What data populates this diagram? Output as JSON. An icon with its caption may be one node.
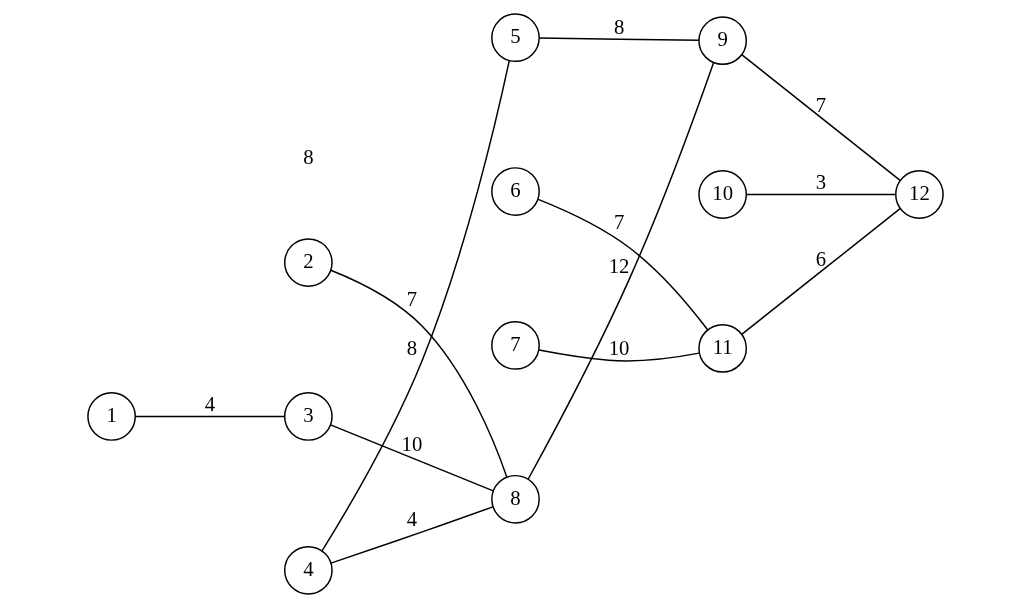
{
  "diagram": {
    "nodes": [
      {
        "text": [
          "1"
        ]
      },
      {
        "text": [
          "2"
        ]
      },
      {
        "text": [
          "3"
        ]
      },
      {
        "text": [
          "4"
        ]
      },
      {
        "text": [
          "5"
        ]
      },
      {
        "text": [
          "6"
        ]
      },
      {
        "text": [
          "7"
        ]
      },
      {
        "text": [
          "8"
        ]
      },
      {
        "text": [
          "9"
        ]
      },
      {
        "text": [
          "10"
        ]
      },
      {
        "text": [
          "11"
        ]
      },
      {
        "text": [
          "12"
        ]
      }
    ],
    "edges": [
      {
        "from": 0,
        "to": 2,
        "arrow": "none",
        "label": "4"
      },
      {
        "from": 1,
        "to": 7,
        "arrow": "none",
        "label": "7"
      },
      {
        "from": 2,
        "to": 7,
        "arrow": "none",
        "label": "10"
      },
      {
        "from": 3,
        "to": 4,
        "arrow": "none",
        "label": "8"
      },
      {
        "from": 3,
        "to": 7,
        "arrow": "none",
        "label": "4"
      },
      {
        "from": 4,
        "to": 8,
        "arrow": "none",
        "label": "8"
      },
      {
        "from": 7,
        "to": 8,
        "arrow": "none",
        "label": "12"
      },
      {
        "from": 5,
        "to": 10,
        "arrow": "none",
        "label": "7"
      },
      {
        "from": 6,
        "to": 10,
        "arrow": "none",
        "label": "10"
      },
      {
        "from": 8,
        "to": 11,
        "arrow": "none",
        "label": "7"
      },
      {
        "from": 9,
        "to": 11,
        "arrow": "none",
        "label": "3"
      },
      {
        "from": 10,
        "to": 11,
        "arrow": "none",
        "label": "6"
      }
    ],
    "labels": [
      "8"
    ]
  }
}
